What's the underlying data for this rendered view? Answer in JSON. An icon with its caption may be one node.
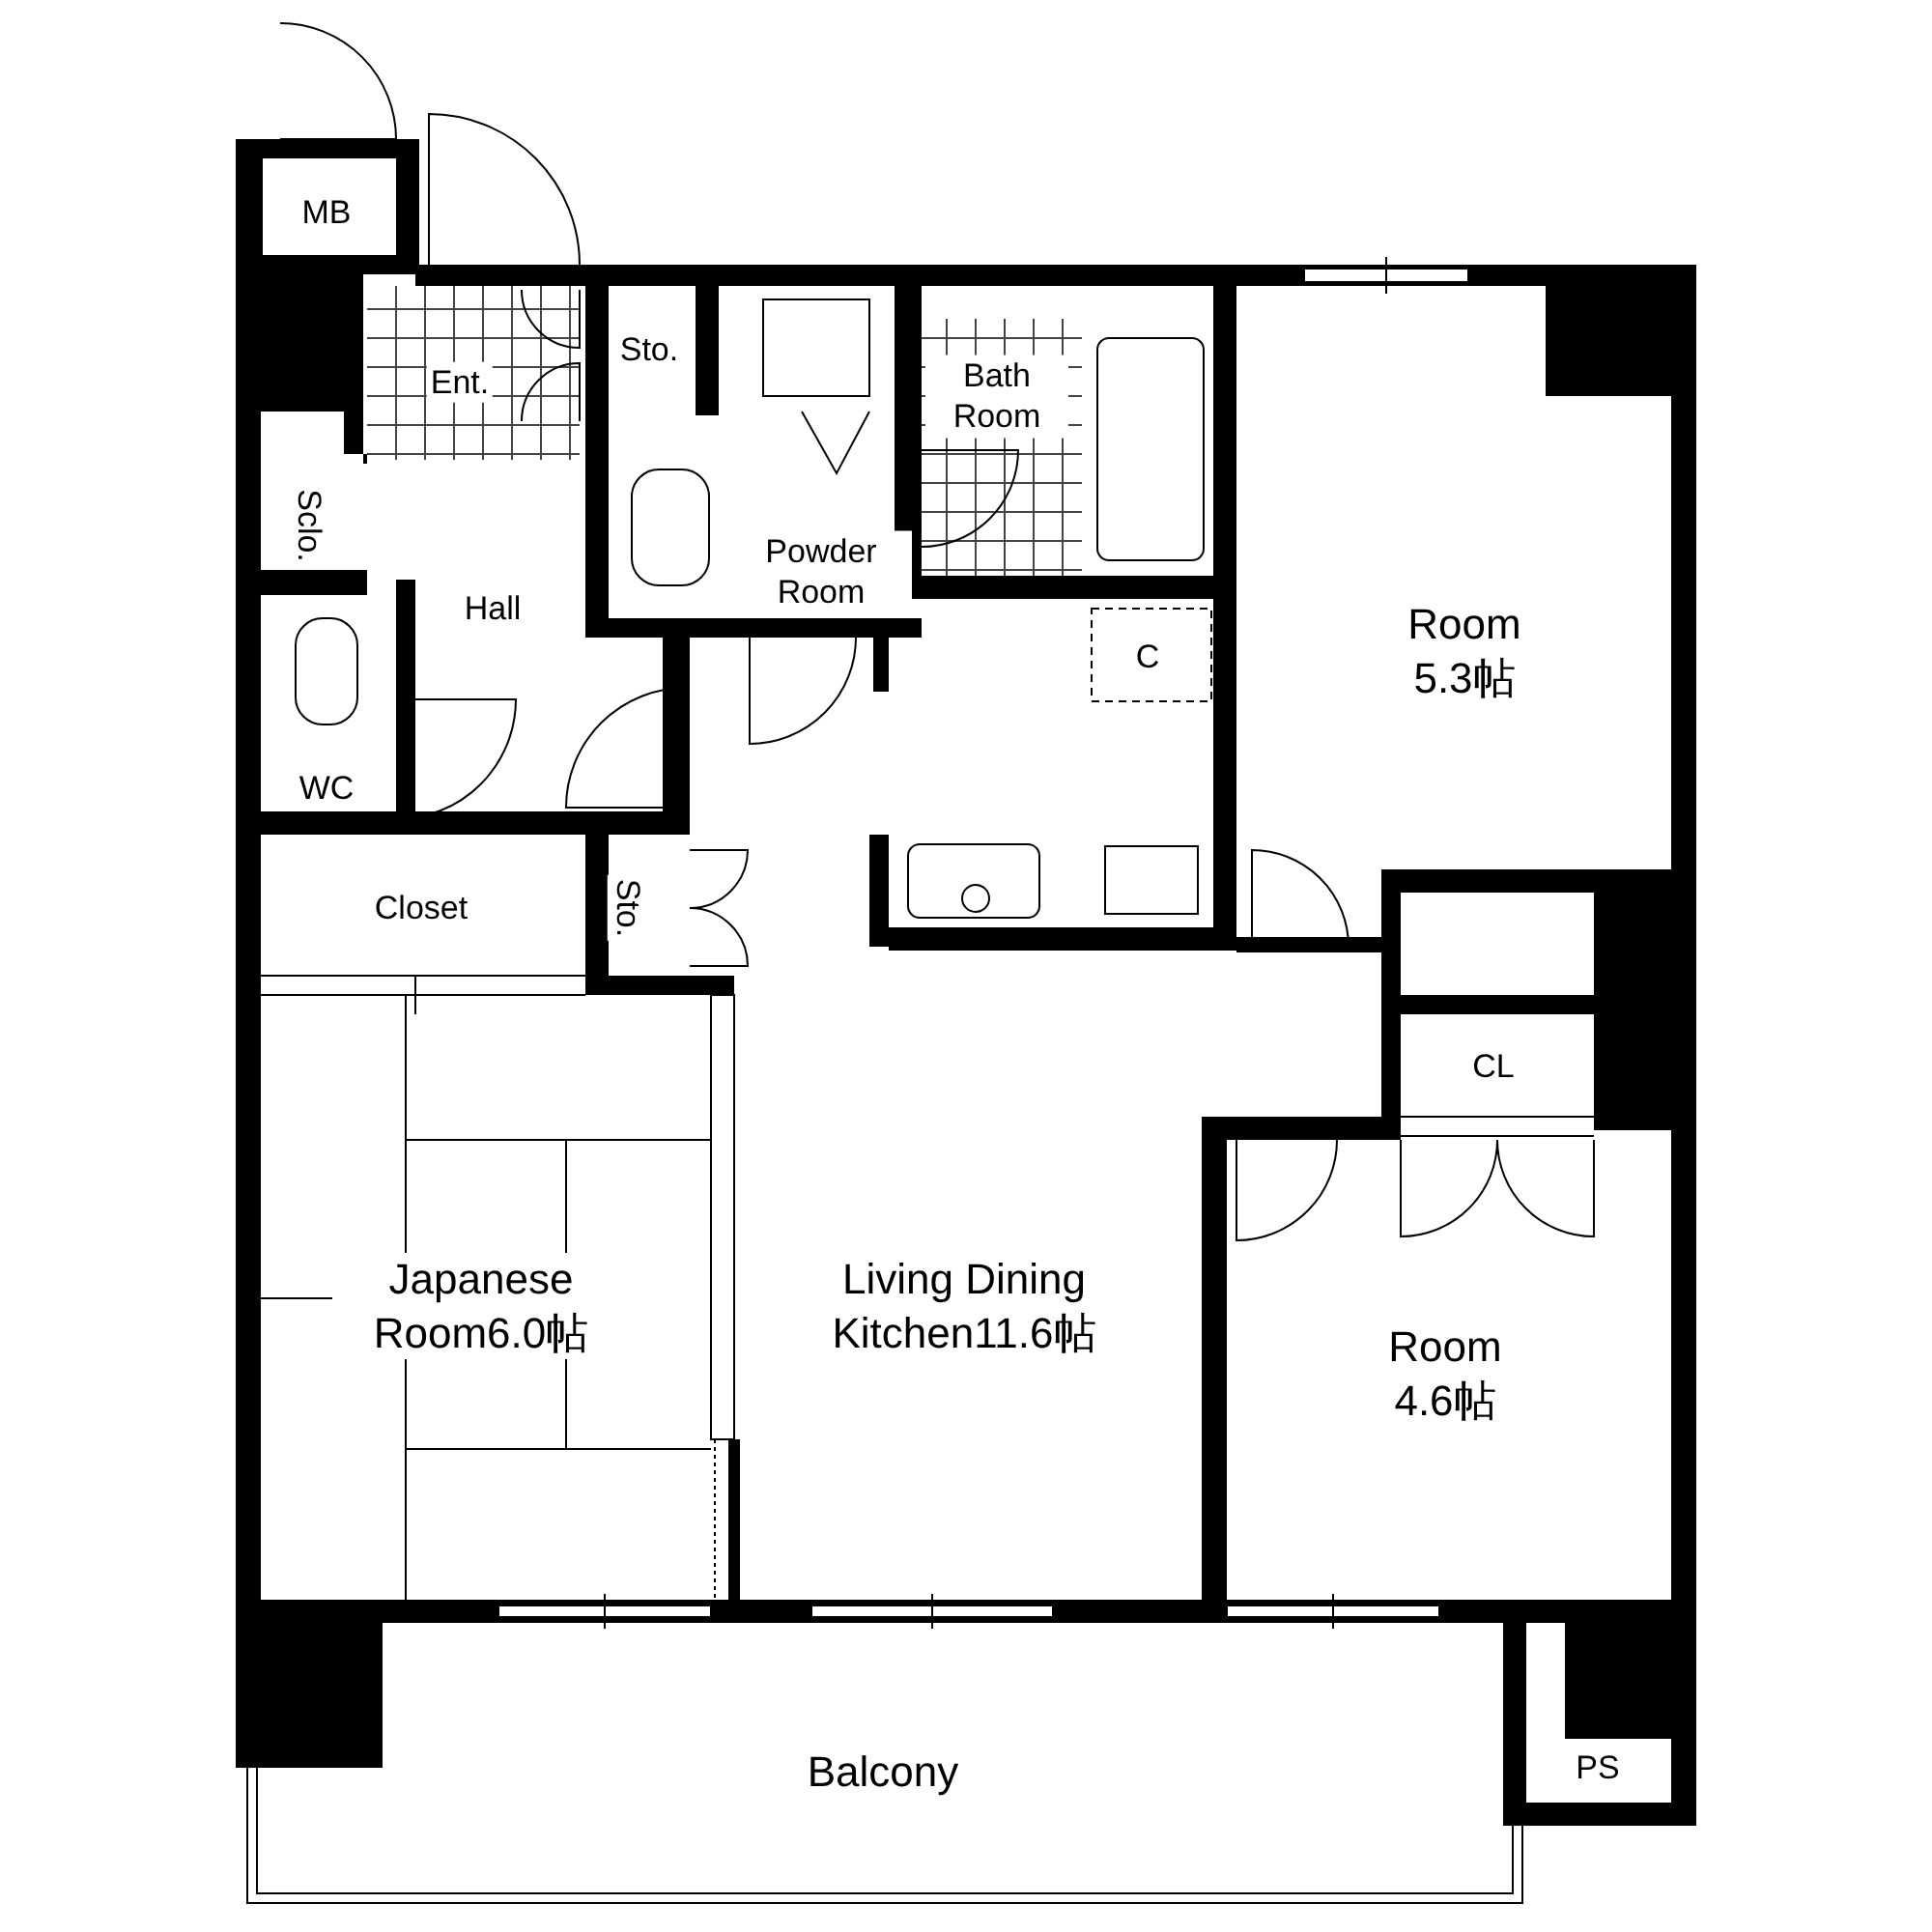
{
  "diagram": {
    "labels": [
      "MB",
      "Sto.",
      "Ent.",
      "Bath Room",
      "Sclo.",
      "Hall",
      "Powder Room",
      "C",
      "Room 5.3帖",
      "WC",
      "Closet",
      "Sto.",
      "CL",
      "Japanese Room6.0帖",
      "Living Dining Kitchen11.6帖",
      "Room 4.6帖",
      "Balcony",
      "PS"
    ]
  }
}
